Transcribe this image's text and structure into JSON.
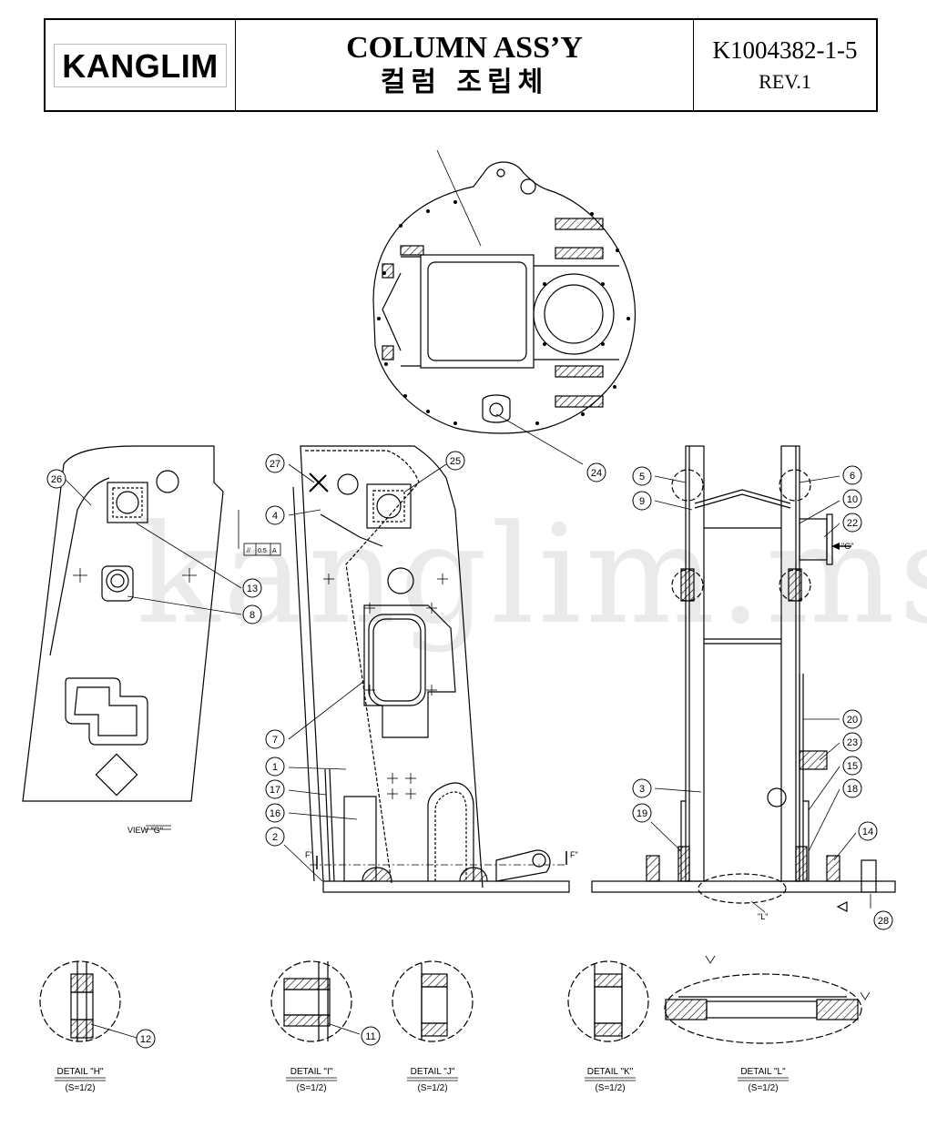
{
  "title_block": {
    "logo": "KANGLIM",
    "title": "COLUMN ASS’Y",
    "subtitle": "컬럼 조립체",
    "doc_number": "K1004382-1-5",
    "revision": "REV.1"
  },
  "watermark": "kanglim.msk.ru",
  "balloons": {
    "b1": "1",
    "b2": "2",
    "b3": "3",
    "b4": "4",
    "b5": "5",
    "b6": "6",
    "b7": "7",
    "b8": "8",
    "b9": "9",
    "b10": "10",
    "b11": "11",
    "b12": "12",
    "b13": "13",
    "b14": "14",
    "b15": "15",
    "b16": "16",
    "b17": "17",
    "b18": "18",
    "b19": "19",
    "b20": "20",
    "b22": "22",
    "b23": "23",
    "b24": "24",
    "b25": "25",
    "b26": "26",
    "b27": "27",
    "b28": "28"
  },
  "labels": {
    "view_g": "VIEW \"G\"",
    "view_g_arrow": "\"G\"",
    "section_f_left": "F'",
    "section_f_right": "F\"",
    "detail_l_ref": "\"L\"",
    "tolerance_parallel": "//",
    "tolerance_value": "0.5",
    "tolerance_datum": "A"
  },
  "details": [
    {
      "name": "DETAIL \"H\"",
      "scale": "(S=1/2)"
    },
    {
      "name": "DETAIL \"I\"",
      "scale": "(S=1/2)"
    },
    {
      "name": "DETAIL \"J\"",
      "scale": "(S=1/2)"
    },
    {
      "name": "DETAIL \"K\"",
      "scale": "(S=1/2)"
    },
    {
      "name": "DETAIL \"L\"",
      "scale": "(S=1/2)"
    }
  ]
}
